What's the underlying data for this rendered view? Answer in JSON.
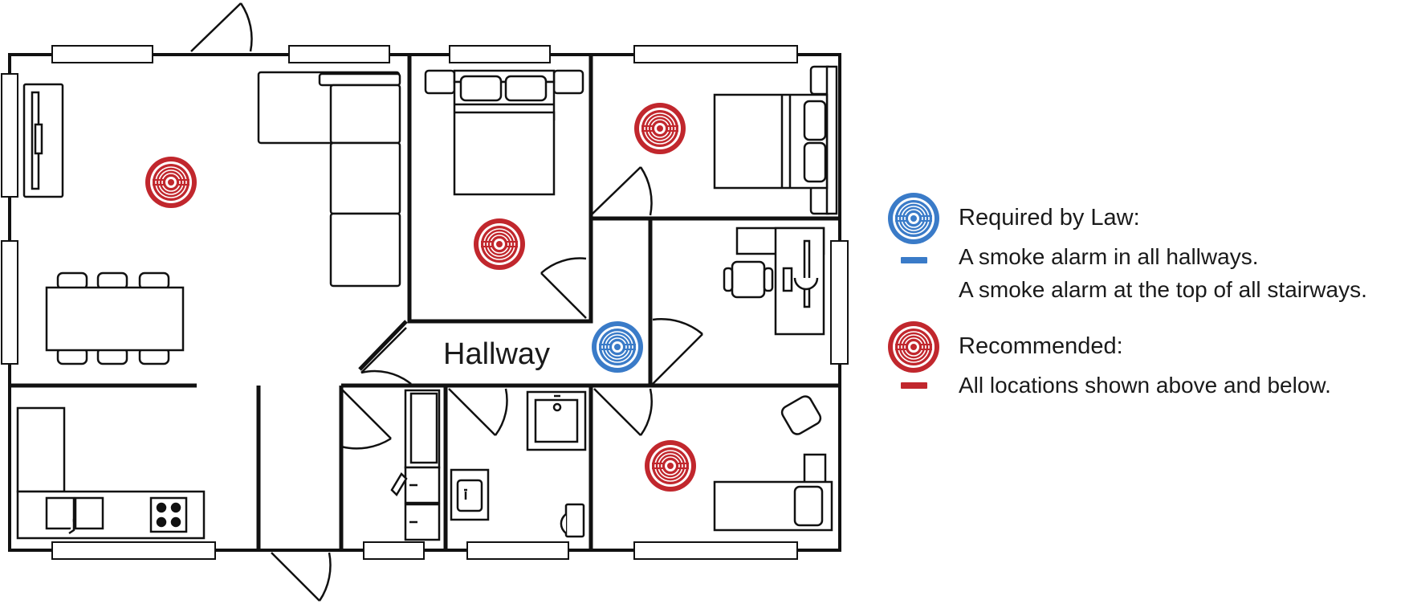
{
  "plan": {
    "hallway_label": "Hallway"
  },
  "legend": {
    "required": {
      "heading": "Required by Law:",
      "lines": [
        "A smoke alarm in all hallways.",
        "A smoke alarm at the top of all stairways."
      ]
    },
    "recommended": {
      "heading": "Recommended:",
      "lines": [
        "All locations shown above and below."
      ]
    }
  },
  "colors": {
    "required": "#3a7bc8",
    "recommended": "#c1272d",
    "walls": "#111111"
  },
  "icons": [
    "smoke-alarm-icon"
  ]
}
